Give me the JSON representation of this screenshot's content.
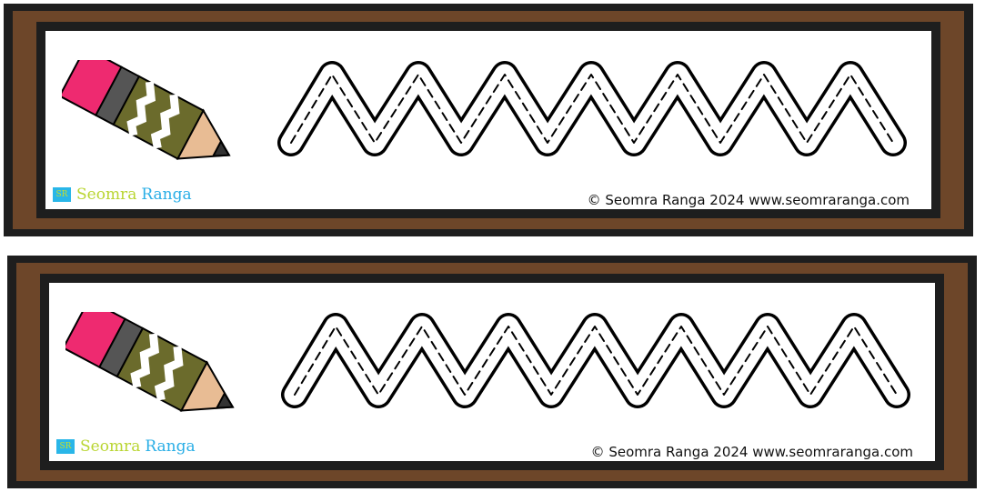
{
  "cards": [
    {
      "logo": {
        "icon_text": "SR",
        "word1": "Seomra",
        "word2": "Ranga"
      },
      "copyright": "© Seomra Ranga 2024 www.seomraranga.com",
      "activity": "zigzag-tracing-line"
    },
    {
      "logo": {
        "icon_text": "SR",
        "word1": "Seomra",
        "word2": "Ranga"
      },
      "copyright": "© Seomra Ranga 2024 www.seomraranga.com",
      "activity": "zigzag-tracing-line"
    }
  ],
  "colors": {
    "frame": "#6d4629",
    "border": "#1e1e1e",
    "eraser": "#ee2a70",
    "logo_green": "#b9d531",
    "logo_blue": "#29aee6"
  }
}
